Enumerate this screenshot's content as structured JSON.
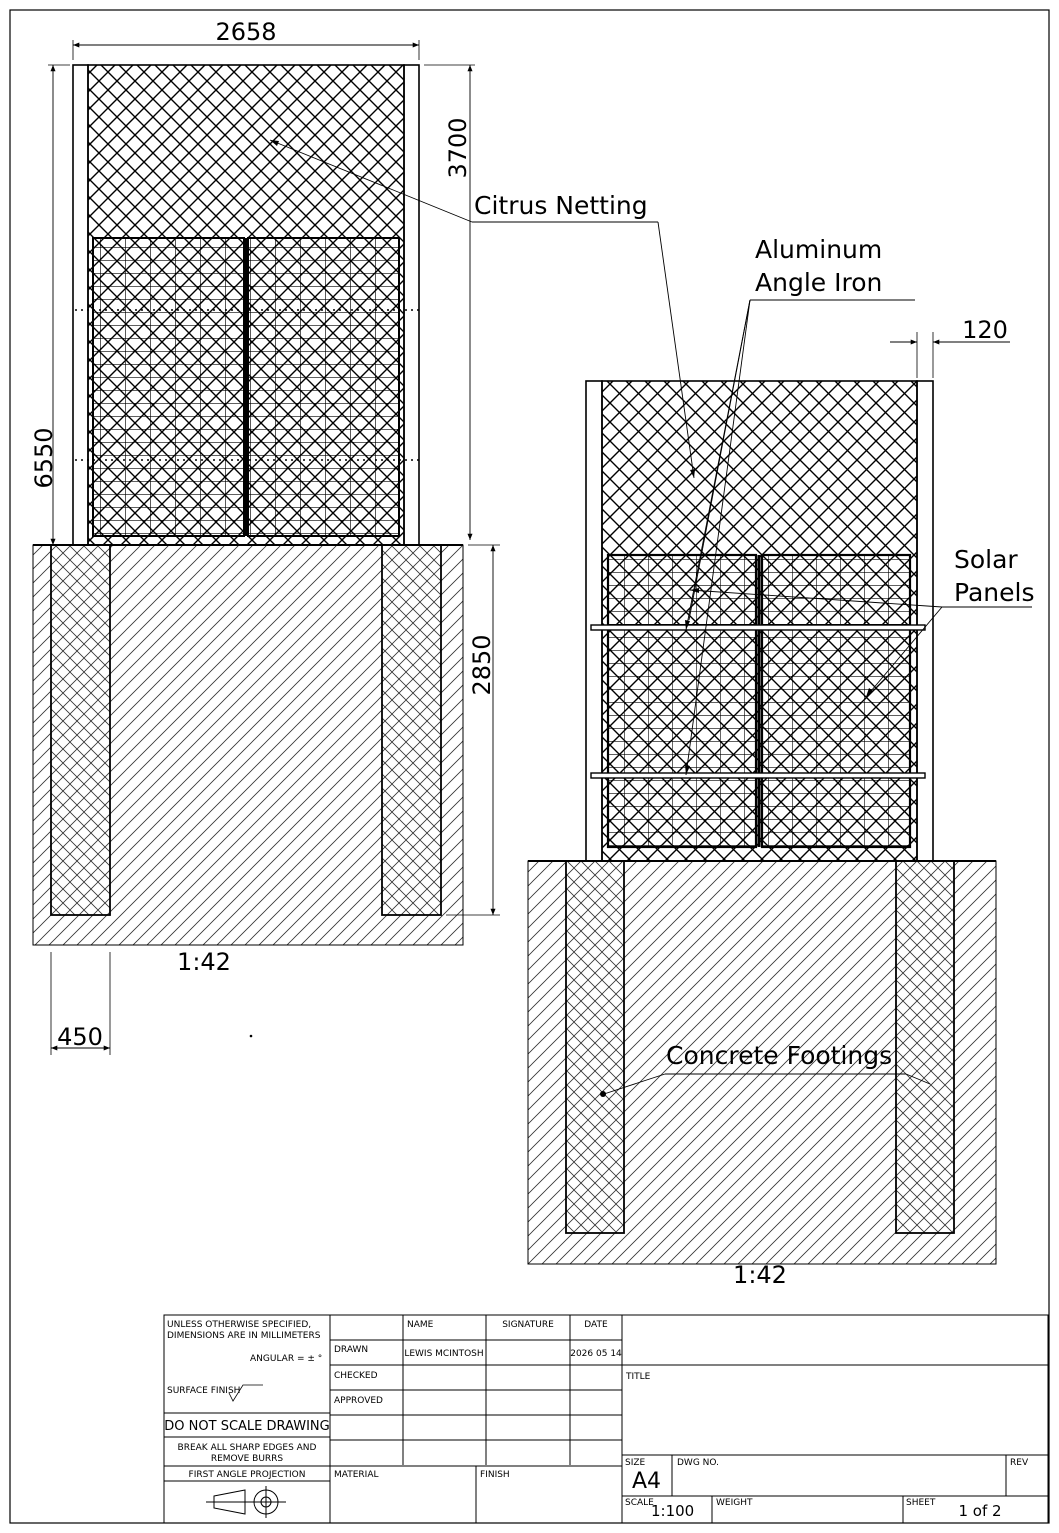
{
  "views": {
    "left": {
      "scale": "1:42"
    },
    "right": {
      "scale": "1:42"
    }
  },
  "dimensions": {
    "overall_width": "2658",
    "upper_height": "3700",
    "total_height": "6550",
    "footing_depth": "2850",
    "footing_width": "450",
    "post_width": "120"
  },
  "labels": {
    "citrus_netting": "Citrus Netting",
    "aluminum_line1": "Aluminum",
    "aluminum_line2": "Angle Iron",
    "solar_line1": "Solar",
    "solar_line2": "Panels",
    "concrete_footings": "Concrete Footings"
  },
  "title_block": {
    "notes_line1": "UNLESS OTHERWISE SPECIFIED,",
    "notes_line2": "DIMENSIONS ARE IN MILLIMETERS",
    "angular": "ANGULAR = ± °",
    "surface_finish": "SURFACE FINISH",
    "do_not_scale": "DO NOT SCALE DRAWING",
    "break_edges_line1": "BREAK ALL SHARP EDGES AND",
    "break_edges_line2": "REMOVE BURRS",
    "projection": "FIRST ANGLE PROJECTION",
    "col_name": "NAME",
    "col_signature": "SIGNATURE",
    "col_date": "DATE",
    "row_drawn": "DRAWN",
    "row_checked": "CHECKED",
    "row_approved": "APPROVED",
    "drawn_name": "LEWIS MCINTOSH",
    "drawn_date": "2026 05 14",
    "material": "MATERIAL",
    "finish": "FINISH",
    "title": "TITLE",
    "size_label": "SIZE",
    "size_value": "A4",
    "dwg_no": "DWG NO.",
    "rev": "REV",
    "scale_label": "SCALE",
    "scale_value": "1:100",
    "weight": "WEIGHT",
    "sheet_label": "SHEET",
    "sheet_value": "1 of 2"
  }
}
